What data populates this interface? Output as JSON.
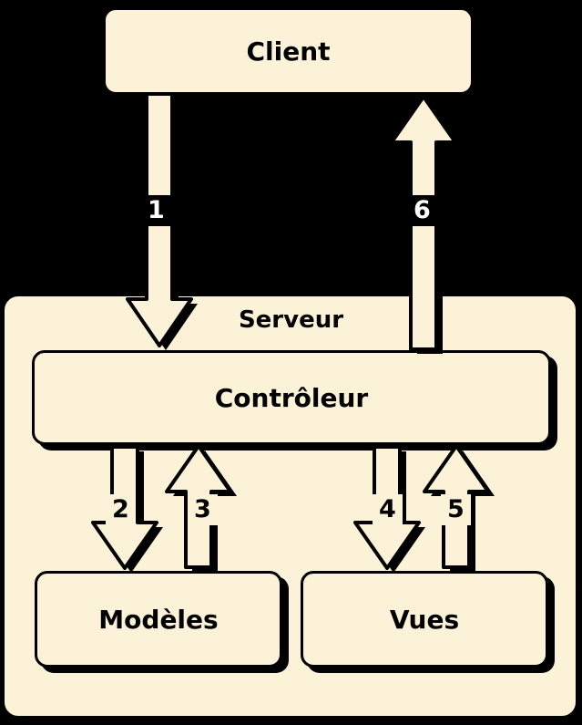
{
  "diagram": {
    "client_label": "Client",
    "serveur_label": "Serveur",
    "controleur_label": "Contrôleur",
    "modeles_label": "Modèles",
    "vues_label": "Vues",
    "arrows": {
      "arrow1": "1",
      "arrow2": "2",
      "arrow3": "3",
      "arrow4": "4",
      "arrow5": "5",
      "arrow6": "6"
    },
    "colors": {
      "background": "#000000",
      "box_fill": "#FCF2D8",
      "outline": "#000000",
      "label_on_dark": "#FFFFFF",
      "label_on_light": "#000000"
    }
  }
}
